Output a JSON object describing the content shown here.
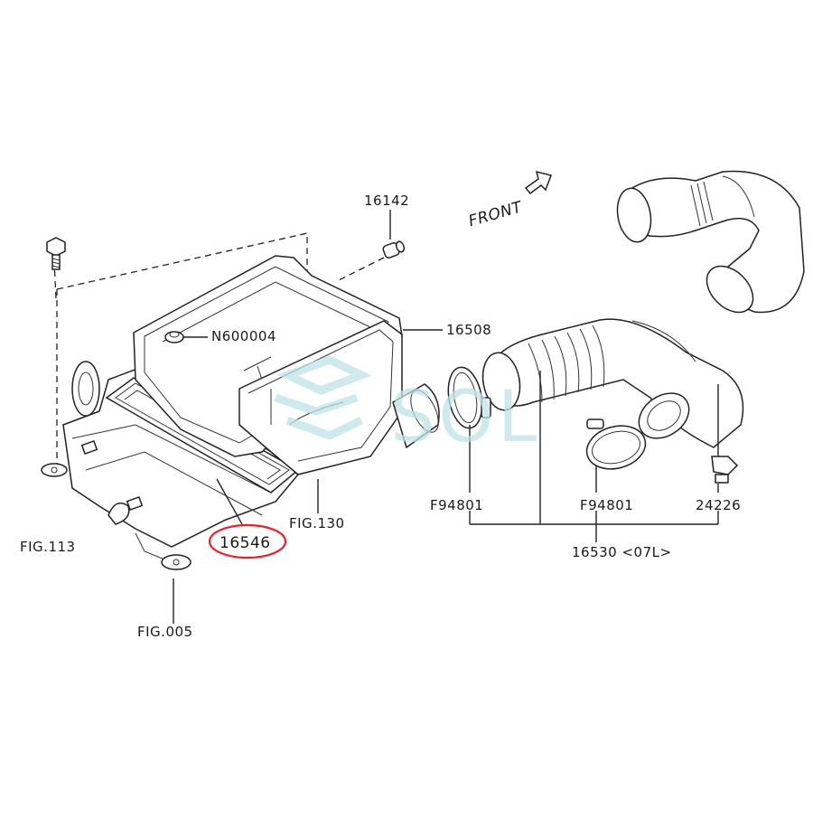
{
  "labels": {
    "cap_16142": "16142",
    "n600004": "N600004",
    "p16508": "16508",
    "fig113": "FIG.113",
    "fig130": "FIG.130",
    "p16546": "16546",
    "fig005": "FIG.005",
    "f94801_left": "F94801",
    "f94801_right": "F94801",
    "p24226": "24226",
    "p16530": "16530 <07L>",
    "front": "FRONT"
  },
  "watermark": {
    "text": "SOL"
  },
  "colors": {
    "highlight_ring": "#e8212a",
    "watermark": "#bfe3e6",
    "line": "#222222"
  }
}
